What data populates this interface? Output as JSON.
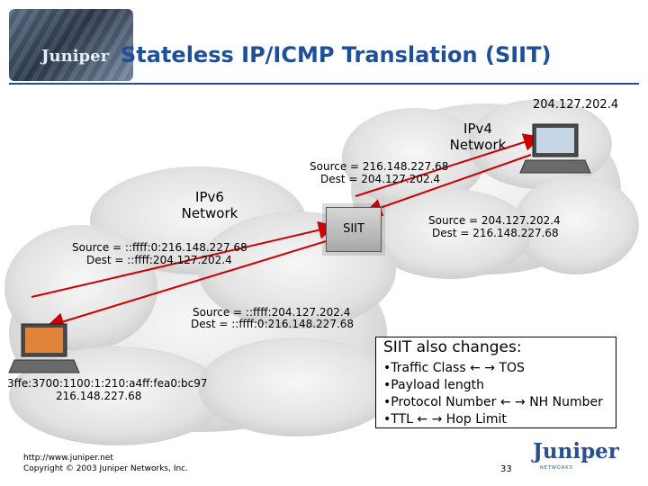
{
  "header": {
    "title": "Stateless IP/ICMP Translation (SIIT)",
    "logo_text": "Juniper"
  },
  "diagram": {
    "ipv4_host_address": "204.127.202.4",
    "ipv4_network_label": "IPv4\nNetwork",
    "ipv6_network_label": "IPv6\nNetwork",
    "siit_label": "SIIT",
    "flow_ipv4_outbound": {
      "source": "Source = 216.148.227.68",
      "dest": "Dest = 204.127.202.4"
    },
    "flow_ipv4_return": {
      "source": "Source = 204.127.202.4",
      "dest": "Dest = 216.148.227.68"
    },
    "flow_ipv6_outbound": {
      "source": "Source = ::ffff:0:216.148.227.68",
      "dest": "Dest = ::ffff:204.127.202.4"
    },
    "flow_ipv6_return": {
      "source": "Source = ::ffff:204.127.202.4",
      "dest": "Dest = ::ffff:0:216.148.227.68"
    },
    "ipv6_host_address": "3ffe:3700:1100:1:210:a4ff:fea0:bc97",
    "ipv6_host_ipv4": "216.148.227.68"
  },
  "changes": {
    "title": "SIIT also changes:",
    "items": [
      {
        "left": "Traffic Class",
        "right": "TOS"
      },
      {
        "text": "Payload length"
      },
      {
        "left": "Protocol Number",
        "right": "NH Number"
      },
      {
        "left": "TTL",
        "right": "Hop Limit"
      }
    ]
  },
  "footer": {
    "url": "http://www.juniper.net",
    "copyright": "Copyright © 2003 Juniper Networks, Inc.",
    "page_number": "33",
    "logo_text": "Juniper",
    "logo_sub": "NETWORKS"
  },
  "colors": {
    "title": "#1f4e9a",
    "arrow": "#cc0000",
    "cloud": "#e4e4e4"
  }
}
